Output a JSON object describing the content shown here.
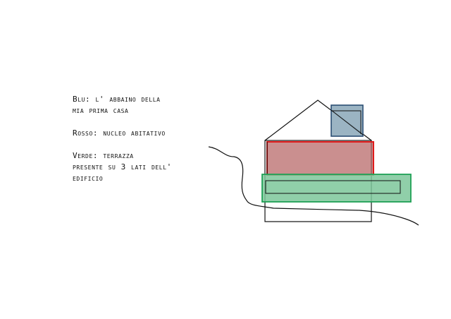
{
  "legend": {
    "blue_line1": "Blu: l' abbaino della",
    "blue_line2": "mia prima casa",
    "red_line1": "Rosso: nucleo abitativo",
    "green_line1": "Verde: terrazza",
    "green_line2": "presente su 3 lati dell'",
    "green_line3": "edificio"
  },
  "colors": {
    "blue_fill": "#8aa7b8",
    "blue_stroke": "#2b4e73",
    "red_fill": "#b86a6a",
    "red_stroke": "#e01b1b",
    "green_fill": "#7dc79a",
    "green_stroke": "#1fa055",
    "outline": "#111111"
  }
}
